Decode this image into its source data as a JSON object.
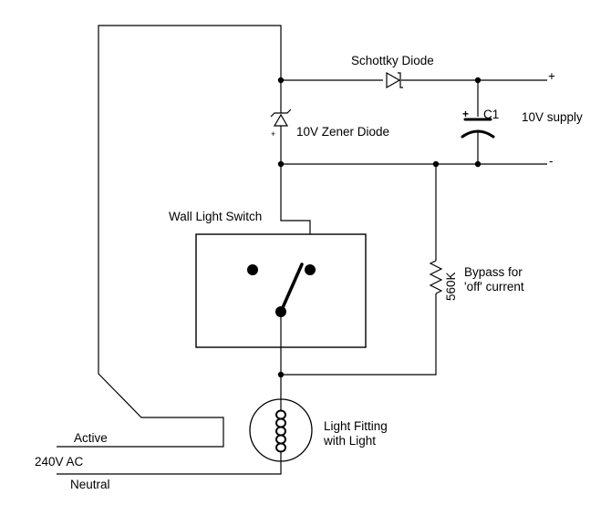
{
  "labels": {
    "schottky": "Schottky Diode",
    "plus_terminal": "+",
    "minus_terminal": "-",
    "c1": "C1",
    "supply": "10V supply",
    "zener": "10V Zener Diode",
    "wall_switch": "Wall Light Switch",
    "resistor_value": "560K",
    "bypass_line1": "Bypass for",
    "bypass_line2": "'off' current",
    "light_line1": "Light Fitting",
    "light_line2": "with Light",
    "active": "Active",
    "supply_ac": "240V AC",
    "neutral": "Neutral",
    "polarity_mark": "+"
  }
}
